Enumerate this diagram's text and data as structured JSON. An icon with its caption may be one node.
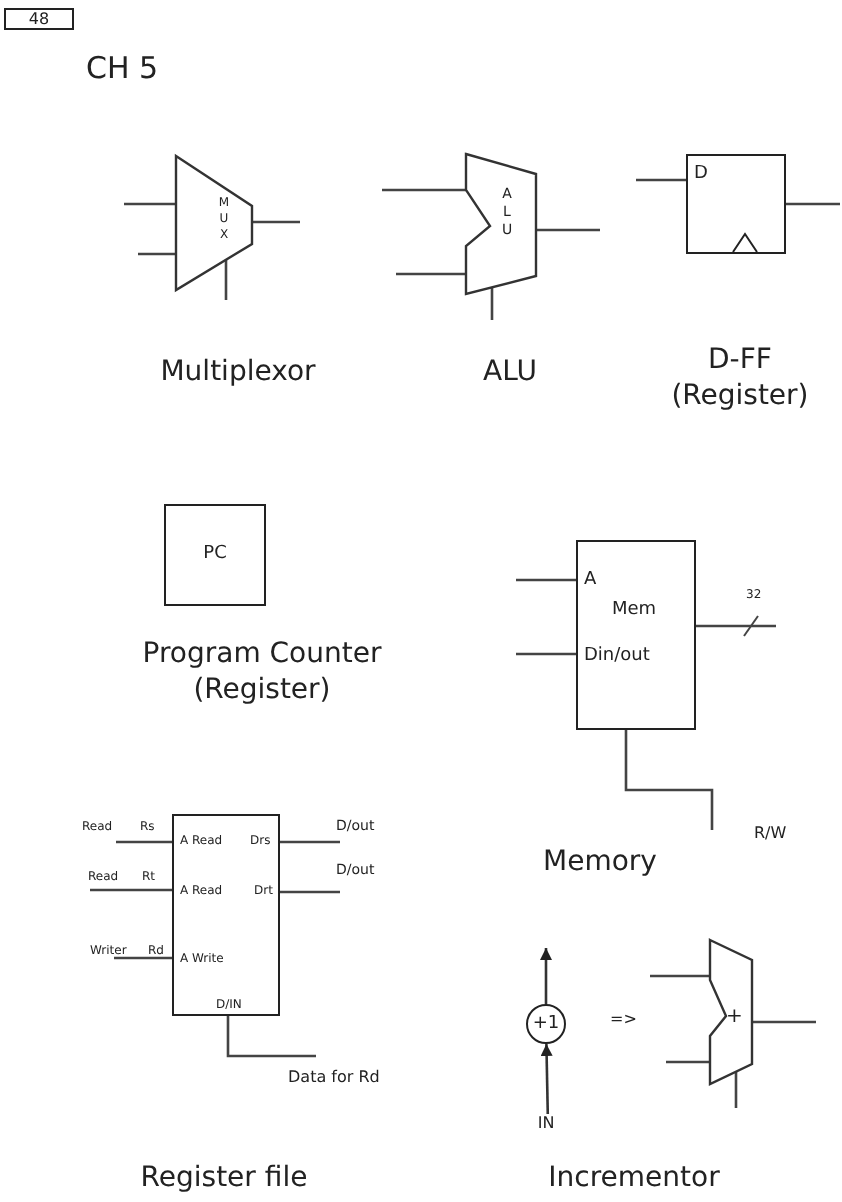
{
  "diagram": {
    "title": "CH 5",
    "nodes": [
      {
        "text": [
          "48"
        ]
      },
      {
        "text": [
          "MUX"
        ],
        "beside": [
          "Multiplexor"
        ]
      },
      {
        "text": [
          "ALU"
        ],
        "beside": [
          "ALU"
        ]
      },
      {
        "text": [
          "D"
        ],
        "beside": [
          "D-FF (Register)"
        ]
      },
      {
        "text": [
          "PC"
        ],
        "beside": [
          "Program Counter (Register)"
        ]
      },
      {
        "text": [
          "A",
          "Mem",
          "Din/out"
        ]
      },
      {
        "text": [
          "A Read",
          "Drs",
          "A Read",
          "Drt",
          "A Write",
          "D/IN"
        ]
      },
      {
        "text": [
          "+1"
        ]
      },
      {
        "text": [
          "+"
        ]
      },
      {
        "text": [
          "IN"
        ]
      }
    ],
    "edges": [
      {
        "from": 9,
        "to": 7,
        "arrow": "to"
      },
      {
        "from": 7,
        "to": null,
        "arrow": "to"
      }
    ],
    "labels": [
      "32",
      "Read",
      "Rs",
      "D/out",
      "R/W",
      "Memory",
      "Read",
      "Rt",
      "D/out",
      "Writer",
      "Rd",
      "=>",
      "Data for Rd",
      "Register file",
      "Incrementor"
    ]
  }
}
